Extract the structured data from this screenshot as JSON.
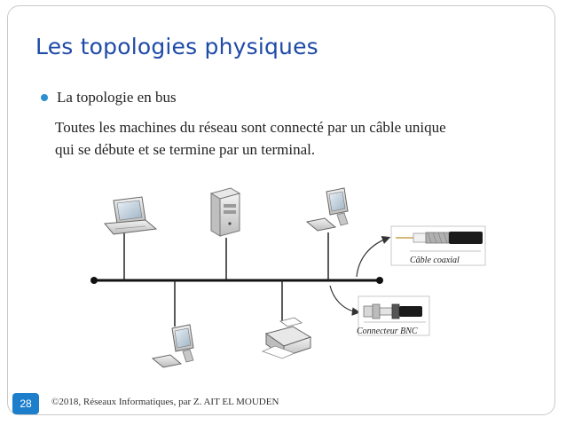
{
  "slide": {
    "title": "Les topologies physiques",
    "bullet": "La topologie en bus",
    "body_lines": [
      "Toutes les machines du réseau sont connecté par un câble unique",
      "qui se débute et se termine par un terminal."
    ],
    "page_number": "28",
    "footer": "©2018, Réseaux Informatiques, par Z. AIT EL MOUDEN"
  },
  "diagram": {
    "caption_cable": "Câble coaxial",
    "caption_connector": "Connecteur BNC",
    "icons": [
      "laptop-icon",
      "server-icon",
      "desktop-computer-icon",
      "printer-icon"
    ]
  },
  "colors": {
    "title": "#1f4aa8",
    "bullet": "#2c8fd0",
    "badge": "#1d7fcc"
  }
}
